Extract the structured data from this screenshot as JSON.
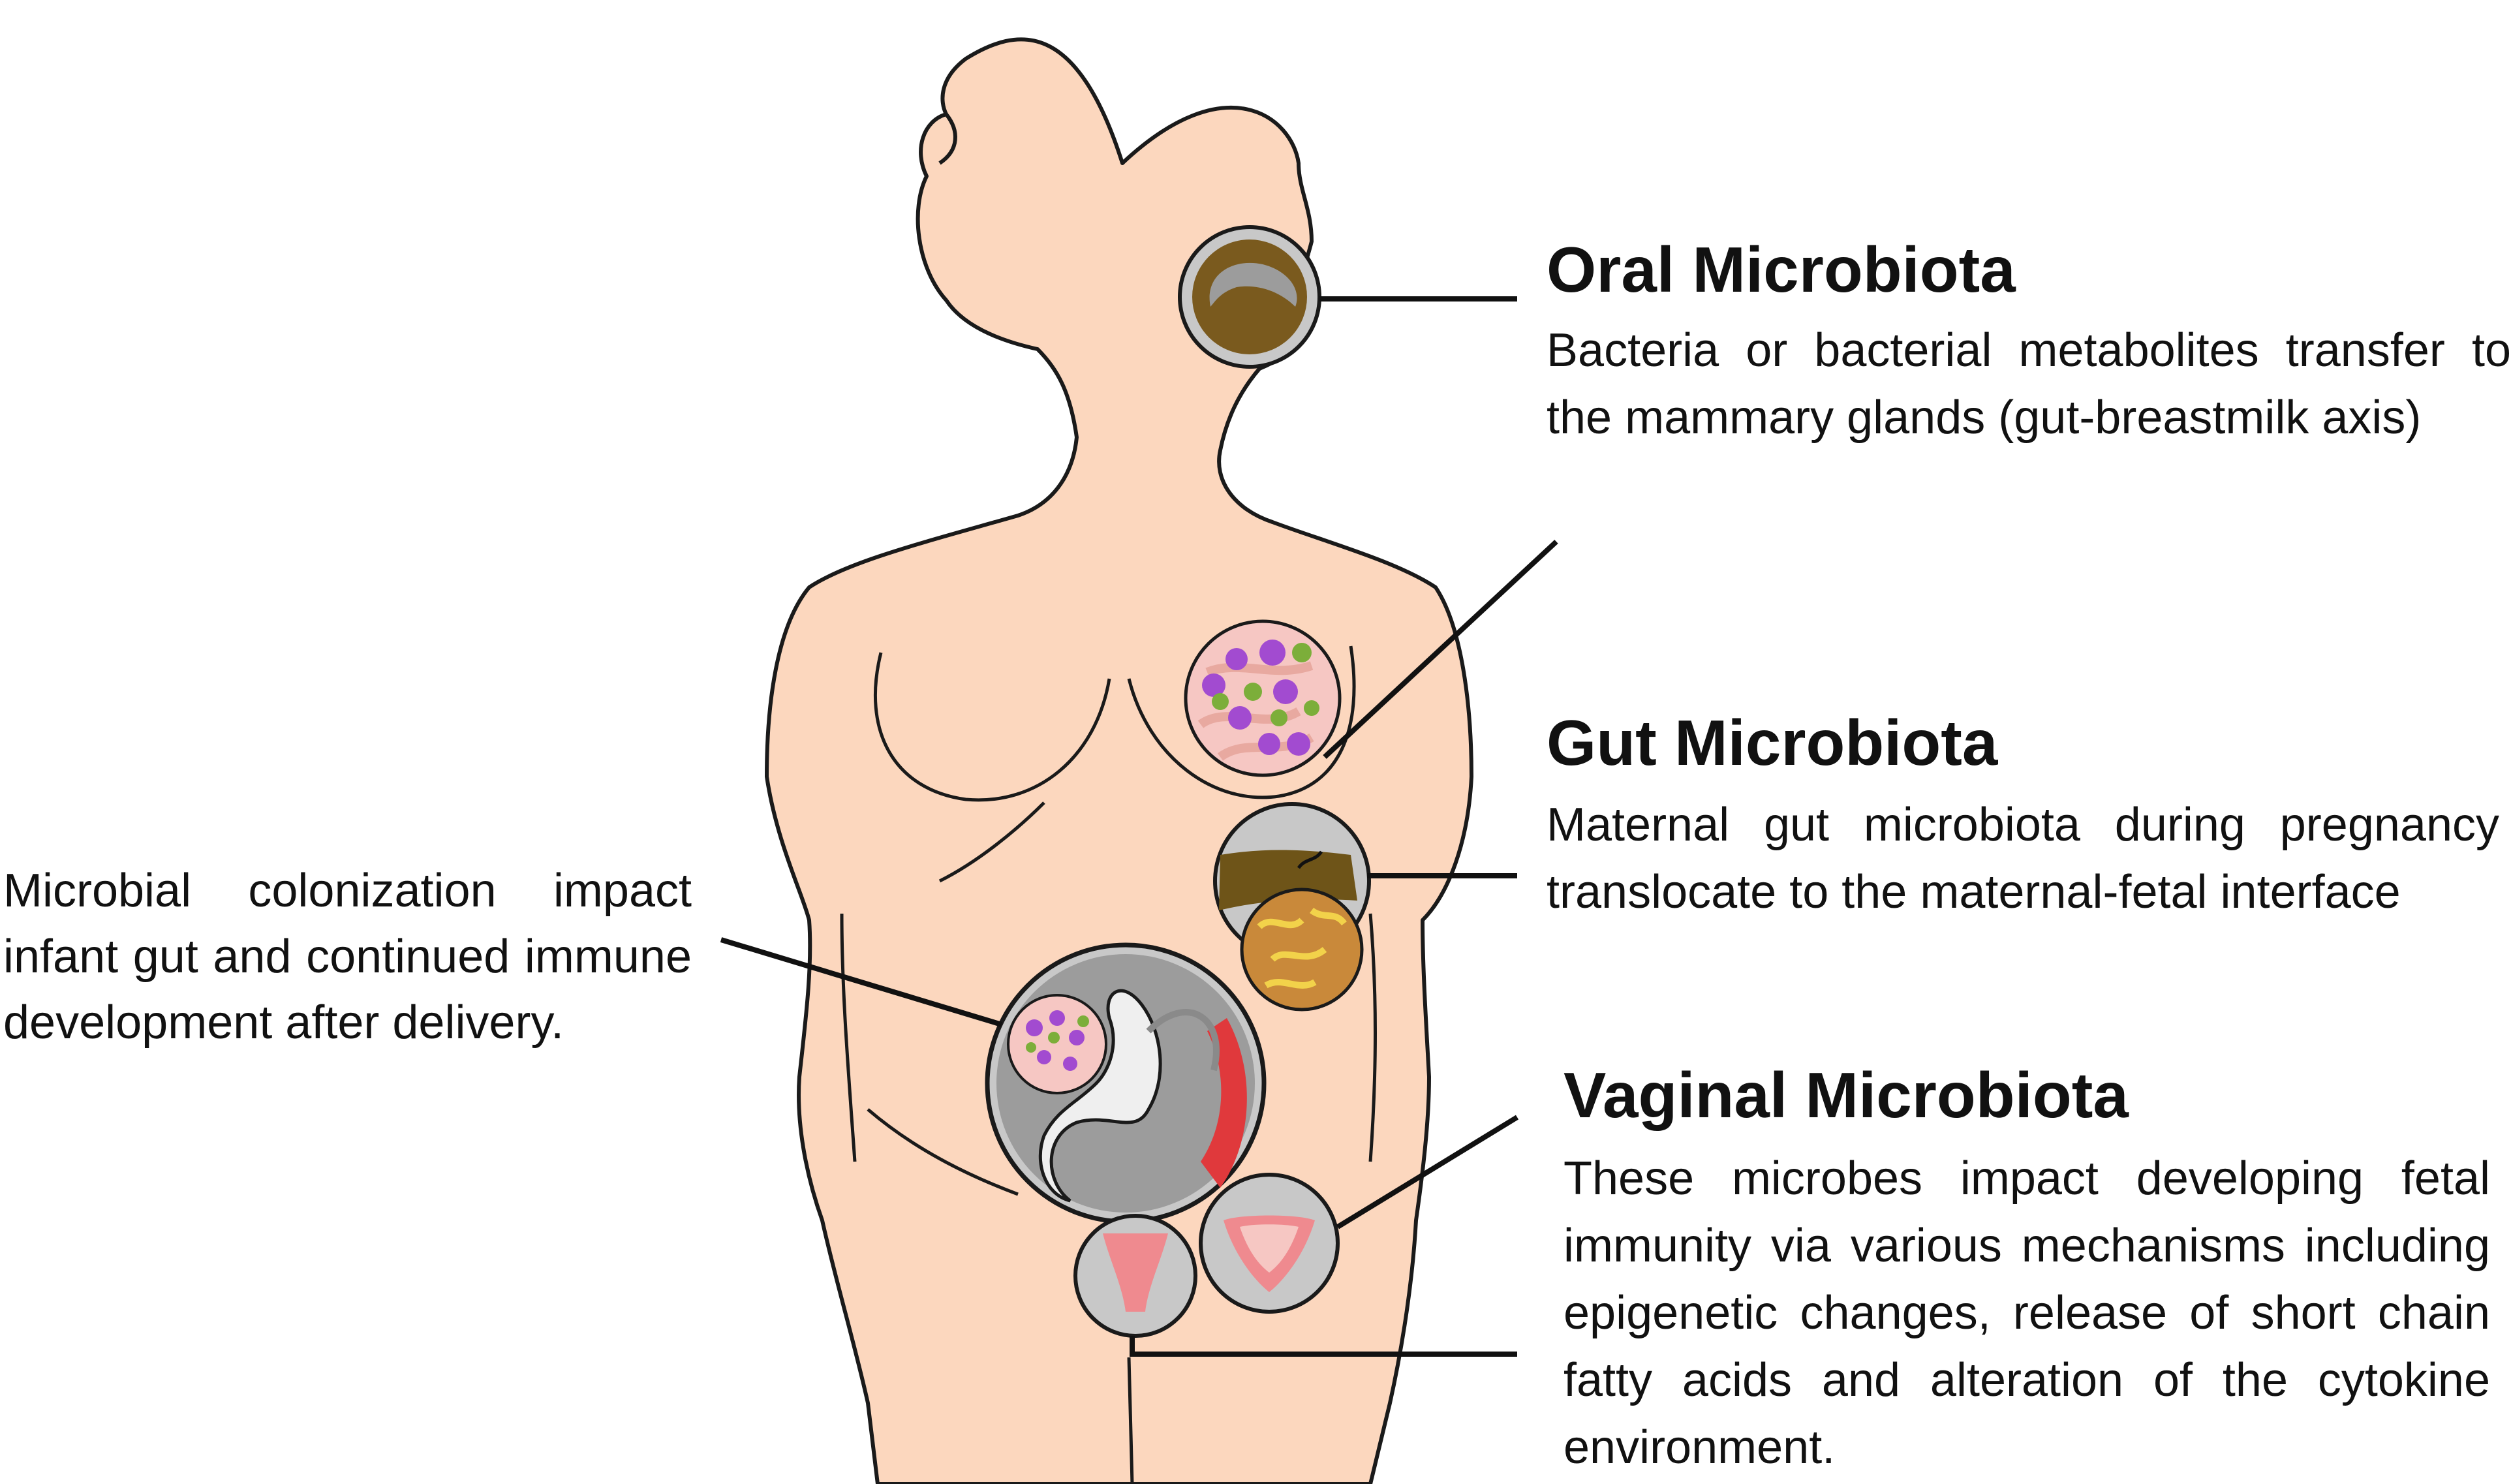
{
  "colors": {
    "skin": "#fcd7be",
    "outline": "#1a1a1a",
    "inset_ring": "#9c9c9c",
    "inset_fill": "#c8c8c8",
    "oral_tissue": "#7a5a1e",
    "gut_wall": "#6e5418",
    "gut_lumen": "#c9893a",
    "bacteria_purple": "#a24bd0",
    "bacteria_green": "#7cae3a",
    "tissue_pink": "#f6c7c3",
    "placenta_red": "#e0393c",
    "vaginal_pink": "#ef8a8f",
    "line": "#111111"
  },
  "labels": {
    "oral": {
      "title": "Oral Microbiota",
      "text": "Bacteria or bacterial metabolites transfer to the mammary glands (gut-breastmilk axis)"
    },
    "gut": {
      "title": "Gut Microbiota",
      "text": "Maternal gut microbiota during pregnancy translocate to the maternal-fetal interface"
    },
    "vaginal": {
      "title": "Vaginal Microbiota",
      "text": "These microbes impact developing fetal immunity via various mechanisms including epigenetic changes, release of short chain fatty acids and alteration of the cytokine environment."
    },
    "infant": {
      "text": "Microbial colonization impact infant gut and continued immune development after delivery."
    }
  },
  "icons": [
    "woman-silhouette",
    "oral-cavity-inset",
    "breast-milk-microbe-inset",
    "gut-wall-inset",
    "gut-lumen-microbe-inset",
    "fetus-in-uterus-inset",
    "cervix-inset",
    "vaginal-canal-inset"
  ]
}
